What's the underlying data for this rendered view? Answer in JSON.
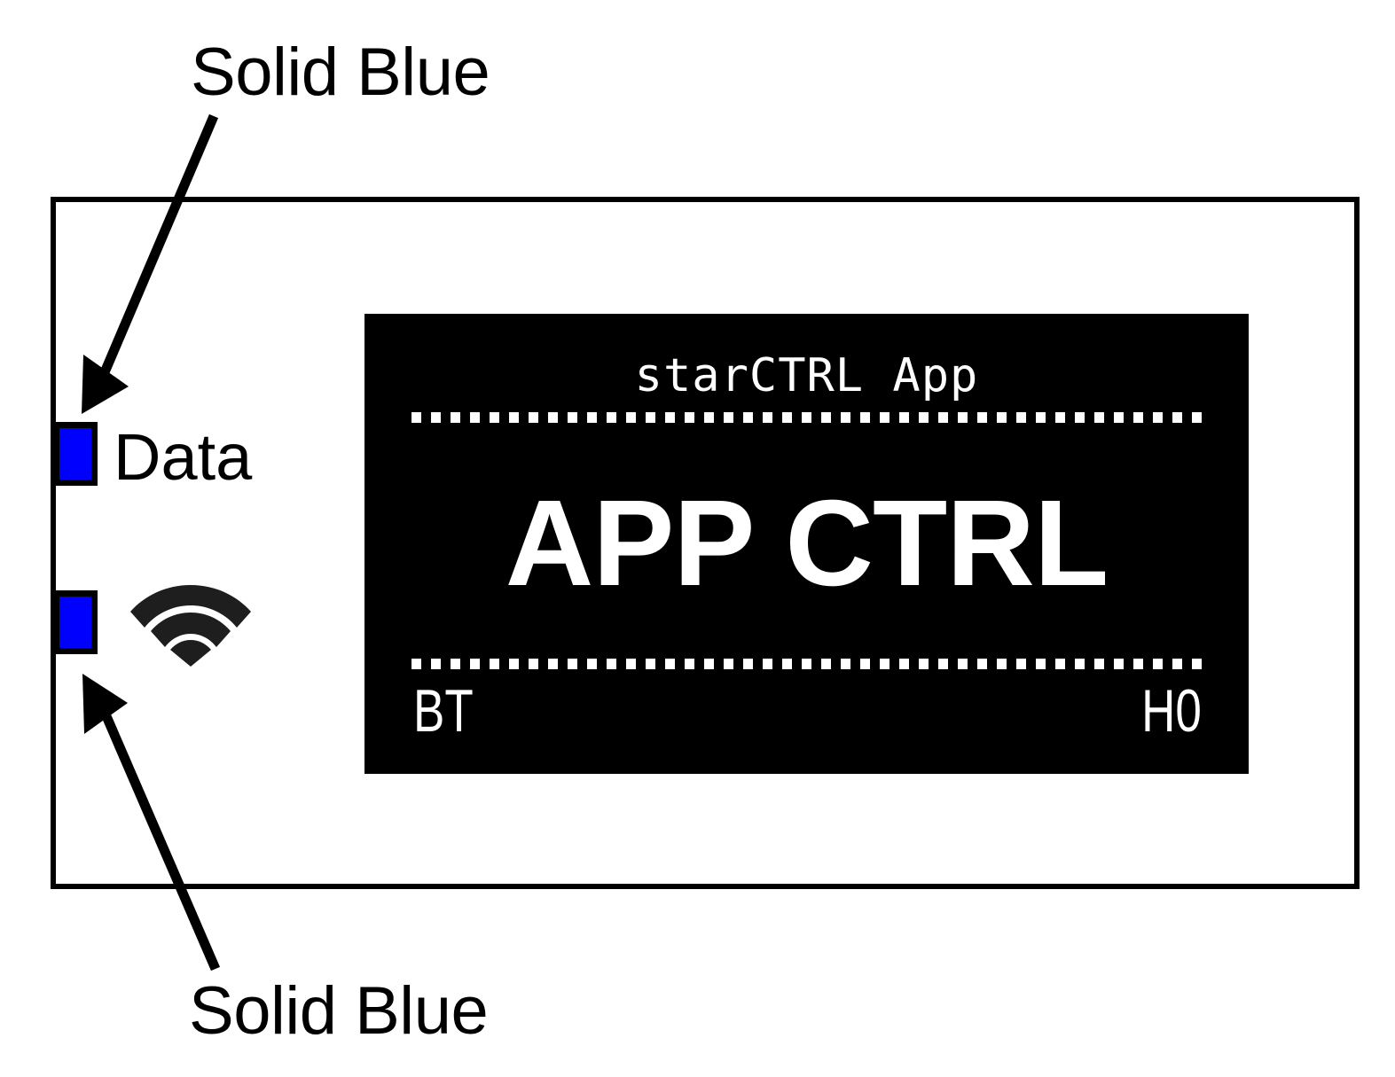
{
  "annotations": {
    "top_callout": {
      "label": "Solid Blue",
      "target": "data-led"
    },
    "bottom_callout": {
      "label": "Solid Blue",
      "target": "wifi-led"
    }
  },
  "indicators": [
    {
      "name": "data-led",
      "label": "Data",
      "color": "#0000FF",
      "state": "Solid Blue"
    },
    {
      "name": "wifi-led",
      "label": "",
      "icon": "wifi-icon",
      "color": "#0000FF",
      "state": "Solid Blue"
    }
  ],
  "display": {
    "background": "#000000",
    "foreground": "#FFFFFF",
    "header": "starCTRL App",
    "title": "APP CTRL",
    "status_left": "BT",
    "status_right": "H0"
  }
}
